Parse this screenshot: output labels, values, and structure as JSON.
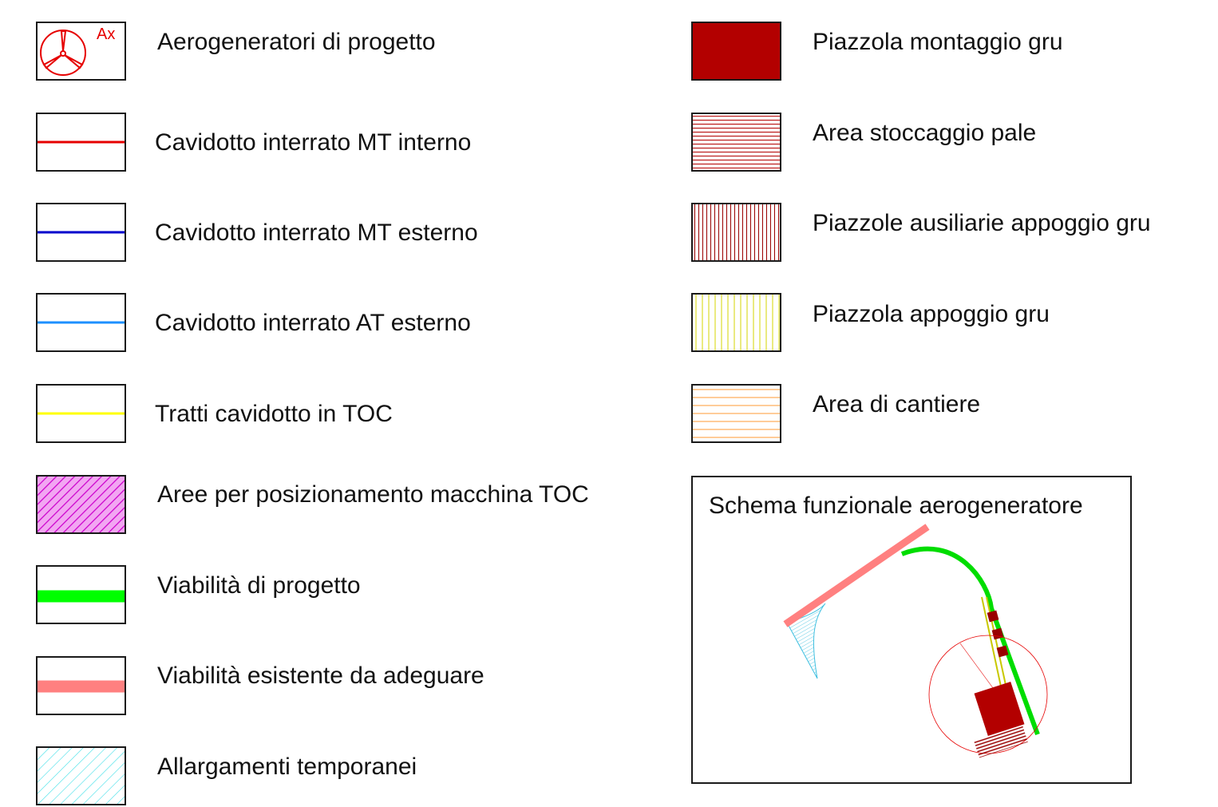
{
  "legend_left": [
    {
      "label": "Aerogeneratori di progetto",
      "marker_text": "Ax",
      "icon": "wind-turbine-icon"
    },
    {
      "label": "Cavidotto interrato MT interno",
      "color": "#e60000"
    },
    {
      "label": "Cavidotto interrato MT esterno",
      "color": "#0000cc"
    },
    {
      "label": "Cavidotto interrato AT esterno",
      "color": "#1e90ff"
    },
    {
      "label": "Tratti cavidotto in TOC",
      "color": "#ffff00"
    },
    {
      "label": "Aree per posizionamento macchina TOC",
      "color": "#cc00cc",
      "fill": "#f2a6f2"
    },
    {
      "label": "Viabilità di progetto",
      "color": "#00ff00"
    },
    {
      "label": "Viabilità esistente da adeguare",
      "color": "#ff8080"
    },
    {
      "label": "Allargamenti temporanei",
      "color": "#40e0e8"
    }
  ],
  "legend_right": [
    {
      "label": "Piazzola montaggio gru",
      "color": "#b30000"
    },
    {
      "label": "Area stoccaggio pale",
      "color": "#b30000"
    },
    {
      "label": "Piazzole ausiliarie appoggio gru",
      "color": "#990000"
    },
    {
      "label": "Piazzola appoggio gru",
      "color": "#d4d400"
    },
    {
      "label": "Area di cantiere",
      "color": "#ff9933"
    }
  ],
  "schema": {
    "title": "Schema funzionale aerogeneratore"
  }
}
